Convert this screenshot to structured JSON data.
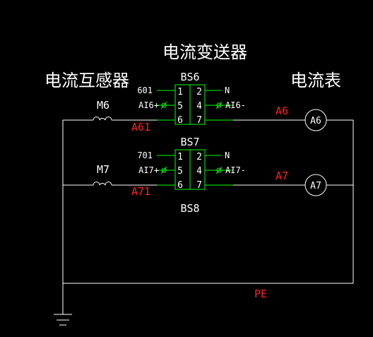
{
  "colors": {
    "background": "#000000",
    "wire": "#ffffff",
    "box": "#00ff00",
    "text": "#ffffff",
    "net_label": "#ff2020"
  },
  "headings": {
    "transmitter": "电流变送器",
    "transformer": "电流互感器",
    "ammeter": "电流表"
  },
  "transmitters": [
    {
      "name": "BS6",
      "pins": [
        "1",
        "2",
        "5",
        "4",
        "6",
        "7"
      ],
      "in_labels": [
        "601",
        "AI6+"
      ],
      "out_labels": [
        "N",
        "AI6-"
      ]
    },
    {
      "name": "BS7",
      "pins": [
        "1",
        "2",
        "5",
        "4",
        "6",
        "7"
      ],
      "in_labels": [
        "701",
        "AI7+"
      ],
      "out_labels": [
        "N",
        "AI7-"
      ]
    },
    {
      "name": "BS8"
    }
  ],
  "transformers": [
    "M6",
    "M7"
  ],
  "meters": [
    "A6",
    "A7"
  ],
  "net_labels": {
    "a6": "A6",
    "a61": "A61",
    "a7": "A7",
    "a71": "A71",
    "pe": "PE"
  },
  "icons": {
    "terminal": "slashed-circle-terminal-icon",
    "ground": "ground-icon",
    "coil": "ct-coil-icon"
  }
}
